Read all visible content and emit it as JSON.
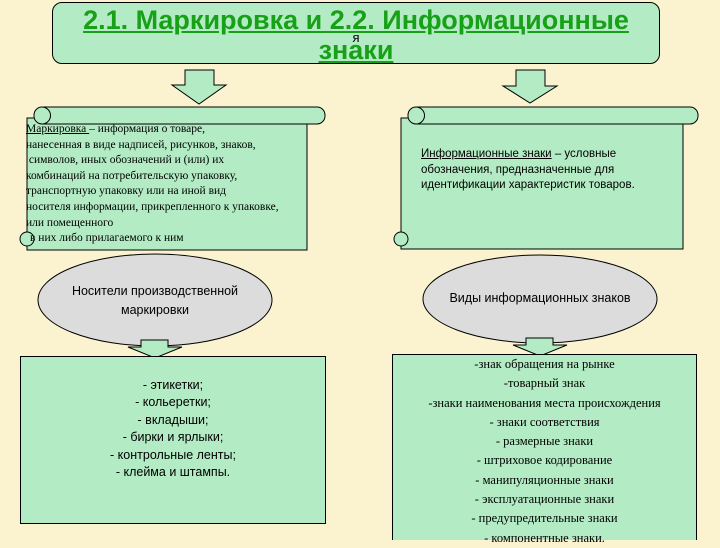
{
  "title": {
    "line1": "2.1. Маркировка и 2.2. Информационные",
    "stray_char": "я",
    "line2": "знаки"
  },
  "marking_scroll": {
    "term": "Маркировка ",
    "definition_lines": [
      "– информация о товаре,",
      "нанесенная в виде надписей, рисунков, знаков,",
      " символов, иных обозначений и (или) их",
      "комбинаций на потребительскую упаковку,",
      "транспортную упаковку или на иной вид",
      "носителя информации, прикрепленного к упаковке,",
      "или помещенного",
      "в них либо прилагаемого к ним"
    ]
  },
  "info_scroll": {
    "term": "Информационные знаки",
    "definition": " – условные обозначения, предназначенные для идентификации характеристик товаров."
  },
  "left_oval": {
    "label_line1": "Носители производственной",
    "label_line2": "маркировки"
  },
  "right_oval": {
    "label": "Виды информационных знаков"
  },
  "left_list": [
    "- этикетки;",
    "- кольеретки;",
    "- вкладыши;",
    "- бирки и ярлыки;",
    "- контрольные ленты;",
    "- клейма и штампы."
  ],
  "right_list": [
    "-знак обращения на рынке",
    "-товарный знак",
    "-знаки наименования места происхождения",
    "- знаки соответствия",
    "- размерные знаки",
    "- штриховое  кодирование",
    "- манипуляционные знаки",
    "- эксплуатационные знаки",
    "-  предупредительные знаки",
    "-  компонентные знаки."
  ],
  "colors": {
    "background": "#fbf3cf",
    "box_fill": "#b3ecc4",
    "title_text": "#18a018",
    "oval_fill": "#dcdcdc"
  }
}
